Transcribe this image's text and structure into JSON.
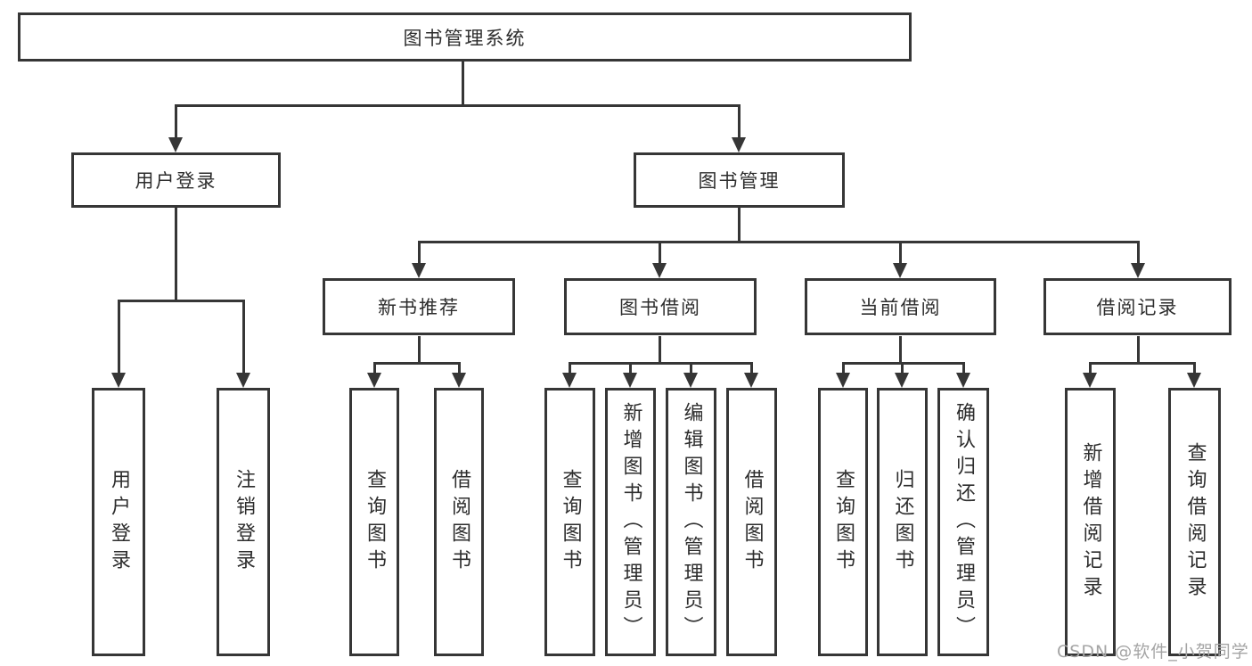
{
  "diagram": {
    "type": "tree",
    "colors": {
      "line": "#363636",
      "node_border": "#363636",
      "text": "#2d2d2d",
      "background": "#ffffff",
      "watermark_text": "#a5a5a5"
    },
    "root": {
      "label": "图书管理系统"
    },
    "level2": [
      {
        "label": "用户登录"
      },
      {
        "label": "图书管理"
      }
    ],
    "level3": [
      {
        "label": "新书推荐",
        "parent": "图书管理"
      },
      {
        "label": "图书借阅",
        "parent": "图书管理"
      },
      {
        "label": "当前借阅",
        "parent": "图书管理"
      },
      {
        "label": "借阅记录",
        "parent": "图书管理"
      }
    ],
    "leaves": [
      {
        "label": "用户登录",
        "parent": "用户登录"
      },
      {
        "label": "注销登录",
        "parent": "用户登录"
      },
      {
        "label": "查询图书",
        "parent": "新书推荐"
      },
      {
        "label": "借阅图书",
        "parent": "新书推荐"
      },
      {
        "label": "查询图书",
        "parent": "图书借阅"
      },
      {
        "label": "新增图书（管理员）",
        "parent": "图书借阅"
      },
      {
        "label": "编辑图书（管理员）",
        "parent": "图书借阅"
      },
      {
        "label": "借阅图书",
        "parent": "图书借阅"
      },
      {
        "label": "查询图书",
        "parent": "当前借阅"
      },
      {
        "label": "归还图书",
        "parent": "当前借阅"
      },
      {
        "label": "确认归还（管理员）",
        "parent": "当前借阅"
      },
      {
        "label": "新增借阅记录",
        "parent": "借阅记录"
      },
      {
        "label": "查询借阅记录",
        "parent": "借阅记录"
      }
    ],
    "watermark": {
      "text": "CSDN @软件_小贺同学"
    }
  }
}
